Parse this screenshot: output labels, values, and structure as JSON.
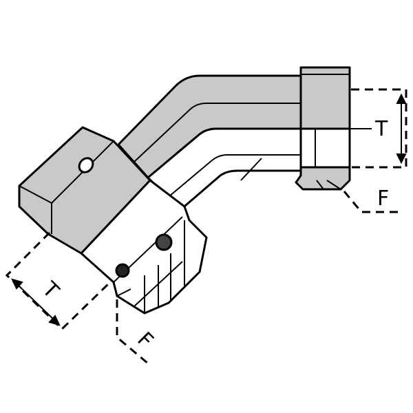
{
  "diagram": {
    "labels": {
      "right_thread_dim": "T",
      "right_face_dim": "F",
      "left_thread_dim": "T",
      "left_face_dim": "F"
    },
    "colors": {
      "body_fill": "#c9c9c9",
      "outline": "#000000",
      "background": "#ffffff"
    }
  }
}
